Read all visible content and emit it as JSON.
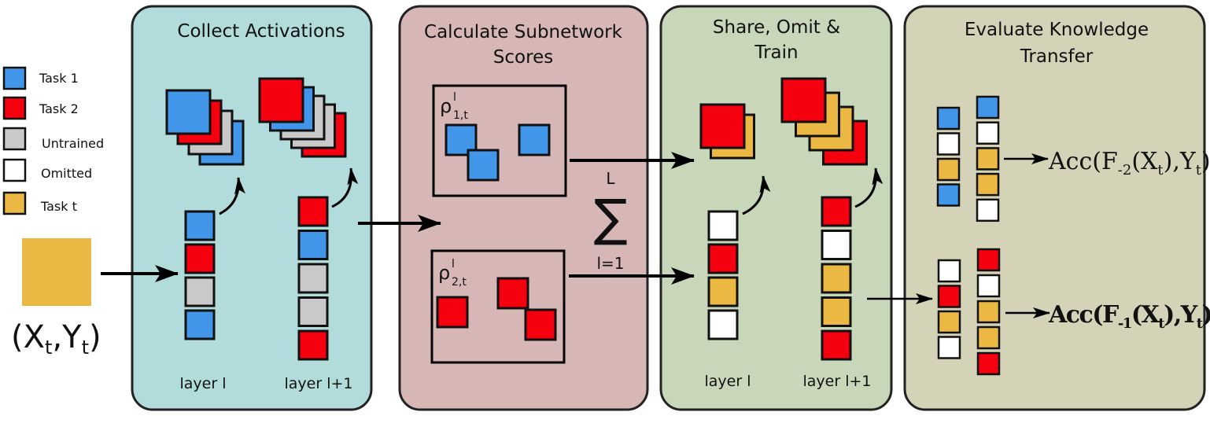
{
  "colors": {
    "task1": "#4296ea",
    "task2": "#f5000f",
    "untrained": "#c9c9c9",
    "omitted": "#ffffff",
    "taskt": "#ecb844",
    "panel_collect": "#b2dbdb",
    "panel_scores": "#d7b6b6",
    "panel_share": "#c8d7b9",
    "panel_evaluate": "#d4d3b8"
  },
  "legend": [
    {
      "key": "task1",
      "label": "Task 1"
    },
    {
      "key": "task2",
      "label": "Task 2"
    },
    {
      "key": "untrained",
      "label": "Untrained"
    },
    {
      "key": "omitted",
      "label": "Omitted"
    },
    {
      "key": "taskt",
      "label": "Task t"
    }
  ],
  "input": {
    "x_label": "X",
    "x_sub": "t",
    "y_label": "Y",
    "y_sub": "t"
  },
  "panels": {
    "collect": {
      "title": "Collect Activations",
      "layer_l": "layer l",
      "layer_l1": "layer l+1",
      "stack_l": [
        "task1",
        "task2",
        "untrained",
        "task1"
      ],
      "stack_l1": [
        "task2",
        "task1",
        "untrained",
        "untrained",
        "task2"
      ],
      "column_l": [
        "task1",
        "task2",
        "untrained",
        "task1"
      ],
      "column_l1": [
        "task2",
        "task1",
        "untrained",
        "untrained",
        "task2"
      ]
    },
    "scores": {
      "title_line1": "Calculate Subnetwork",
      "title_line2": "Scores",
      "rho1_sup": "l",
      "rho1_sub": "1,t",
      "rho2_sup": "l",
      "rho2_sub": "2,t",
      "rho_symbol": "ρ",
      "sum_symbol": "∑",
      "sum_upper": "L",
      "sum_lower": "l=1"
    },
    "share": {
      "title_line1": "Share, Omit &",
      "title_line2": "Train",
      "layer_l": "layer l",
      "layer_l1": "layer l+1",
      "stack_l": [
        "task2",
        "taskt"
      ],
      "stack_l1": [
        "task2",
        "taskt",
        "taskt",
        "task2"
      ],
      "column_l": [
        "omitted",
        "task2",
        "taskt",
        "omitted"
      ],
      "column_l1": [
        "task2",
        "omitted",
        "taskt",
        "taskt",
        "task2"
      ]
    },
    "evaluate": {
      "title_line1": "Evaluate Knowledge",
      "title_line2": "Transfer",
      "top_col1": [
        "task1",
        "omitted",
        "taskt",
        "task1"
      ],
      "top_col2": [
        "task1",
        "omitted",
        "taskt",
        "taskt",
        "omitted"
      ],
      "bottom_col1": [
        "omitted",
        "task2",
        "taskt",
        "omitted"
      ],
      "bottom_col2": [
        "task2",
        "omitted",
        "taskt",
        "taskt",
        "task2"
      ],
      "metric_top": {
        "acc": "Acc(F",
        "sub": "-2",
        "mid": "(X",
        "xsub": "t",
        "end": "),Y",
        "ysub": "t",
        "close": ")"
      },
      "metric_bottom": {
        "acc": "Acc(F",
        "sub": "-1",
        "mid": "(X",
        "xsub": "t",
        "end": "),Y",
        "ysub": "t",
        "close": ")"
      }
    }
  }
}
